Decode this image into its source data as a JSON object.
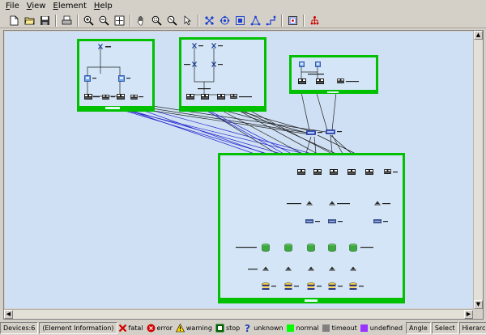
{
  "menu": {
    "items": [
      {
        "mnemonic": "F",
        "rest": "ile"
      },
      {
        "mnemonic": "V",
        "rest": "iew"
      },
      {
        "mnemonic": "E",
        "rest": "lement"
      },
      {
        "mnemonic": "H",
        "rest": "elp"
      }
    ]
  },
  "toolbar": {
    "buttons": [
      "new-icon",
      "open-icon",
      "save-icon",
      "print-icon",
      "zoom-in-icon",
      "zoom-out-icon",
      "fit-to-window-icon",
      "pan-hand-icon",
      "zoom-region-icon",
      "zoom-select-icon",
      "pointer-icon",
      "layout-tree-icon",
      "layout-radial-icon",
      "layout-grid-icon",
      "layout-symmetric-icon",
      "layout-orthogonal-icon",
      "properties-icon",
      "hierarchy-icon"
    ]
  },
  "status": {
    "devices": "Devices:6",
    "element_info": "(Element Information)",
    "legend": {
      "fatal": "fatal",
      "error": "error",
      "warning": "warning",
      "stop": "stop",
      "unknown": "unknown",
      "normal": "normal",
      "timeout": "timeout",
      "undefined": "undefined"
    },
    "angle": "Angle",
    "select": "Select",
    "layout": "Hierarchical"
  },
  "colors": {
    "canvas_bg": "#cfe0f4",
    "group_border": "#00c000",
    "normal": "#00ff00",
    "timeout": "#808080",
    "undefined": "#9933ff",
    "link_blue": "#2222cc",
    "link_dark": "#222222"
  }
}
